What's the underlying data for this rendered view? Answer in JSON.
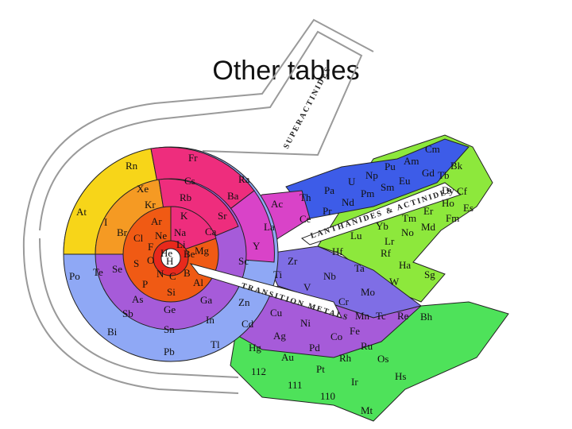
{
  "slide": {
    "title": "Other tables"
  },
  "colors": {
    "yellow": "#f7d519",
    "orange": "#f59a23",
    "deep_orange": "#f05a14",
    "red": "#e8291c",
    "pink": "#ee2d7d",
    "magenta": "#d943c8",
    "purple": "#a65bd9",
    "violet": "#7f6ee5",
    "blue": "#3d5ce8",
    "light_blue": "#8fa8f5",
    "green": "#4ee25a",
    "lime": "#8de83c"
  },
  "band_labels": {
    "superactinides": "SUPERACTINIDES",
    "transition_metals": "TRANSITION METALS",
    "lanthanides_actinides": "LANTHANIDES & ACTINIDES"
  },
  "elements": [
    "Fr",
    "Rn",
    "Cs",
    "Ra",
    "Xe",
    "Rb",
    "Ba",
    "Kr",
    "K",
    "Sr",
    "At",
    "I",
    "Ar",
    "Na",
    "Ca",
    "Br",
    "Cl",
    "Ne",
    "F",
    "Li",
    "Mg",
    "He",
    "Be",
    "O",
    "H",
    "S",
    "Se",
    "N",
    "C",
    "B",
    "Te",
    "Po",
    "P",
    "Si",
    "Al",
    "As",
    "Ge",
    "Ga",
    "Sb",
    "Sn",
    "In",
    "Bi",
    "Pb",
    "Tl",
    "Ac",
    "La",
    "Y",
    "Sc",
    "Zr",
    "Ti",
    "Nb",
    "V",
    "Mo",
    "Cr",
    "Mn",
    "Tc",
    "Re",
    "W",
    "Ta",
    "Hf",
    "Zn",
    "Cu",
    "Ni",
    "Fe",
    "Co",
    "Ru",
    "Os",
    "Rh",
    "Ir",
    "Pt",
    "Pd",
    "Ag",
    "Au",
    "Cd",
    "Hg",
    "112",
    "111",
    "110",
    "Mt",
    "Hs",
    "Bh",
    "Sg",
    "Ha",
    "Rf",
    "Lr",
    "No",
    "Md",
    "Fm",
    "Es",
    "Cf",
    "Bk",
    "Cm",
    "Am",
    "Pu",
    "Np",
    "U",
    "Pa",
    "Th",
    "Tb",
    "Dy",
    "Ho",
    "Er",
    "Tm",
    "Yb",
    "Lu",
    "Gd",
    "Eu",
    "Sm",
    "Pm",
    "Nd",
    "Pr",
    "Ce"
  ]
}
